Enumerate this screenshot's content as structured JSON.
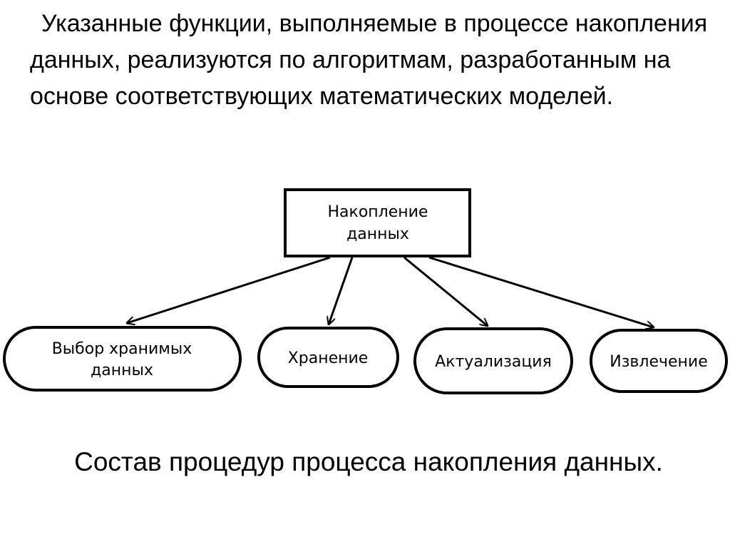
{
  "intro_text": "Указанные функции, выполняемые в процессе накопления данных, реализуются по алгоритмам, разработанным на основе соответствующих математических моделей.",
  "diagram": {
    "root": {
      "line1": "Накопление",
      "line2": "данных"
    },
    "children": [
      {
        "line1": "Выбор хранимых",
        "line2": "данных"
      },
      {
        "line1": "Хранение"
      },
      {
        "line1": "Актуализация"
      },
      {
        "line1": "Извлечение"
      }
    ]
  },
  "caption": "Состав процедур процесса накопления данных."
}
